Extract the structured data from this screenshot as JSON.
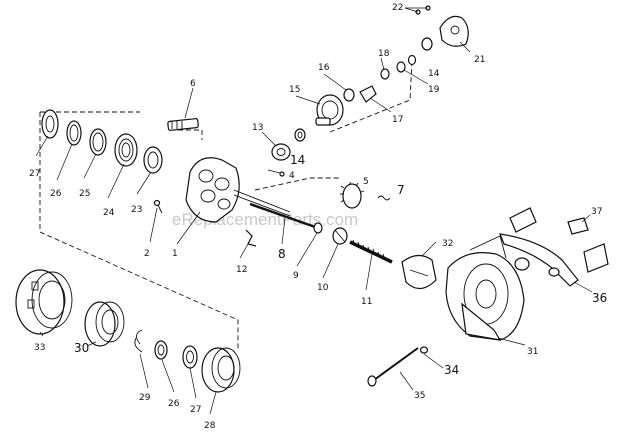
{
  "watermark": "eReplacementParts.com",
  "labels": {
    "p1": "1",
    "p2": "2",
    "p4": "4",
    "p5": "5",
    "p6": "6",
    "p7": "7",
    "p8": "8",
    "p9": "9",
    "p10": "10",
    "p11": "11",
    "p12": "12",
    "p13": "13",
    "p14a": "14",
    "p14b": "14",
    "p15": "15",
    "p16": "16",
    "p17": "17",
    "p18": "18",
    "p19": "19",
    "p21": "21",
    "p22": "22",
    "p23": "23",
    "p24": "24",
    "p25": "25",
    "p26a": "26",
    "p26b": "26",
    "p27a": "27",
    "p27b": "27",
    "p28": "28",
    "p29": "29",
    "p30": "30",
    "p31": "31",
    "p32": "32",
    "p33": "33",
    "p34": "34",
    "p35": "35",
    "p36": "36",
    "p37": "37"
  }
}
